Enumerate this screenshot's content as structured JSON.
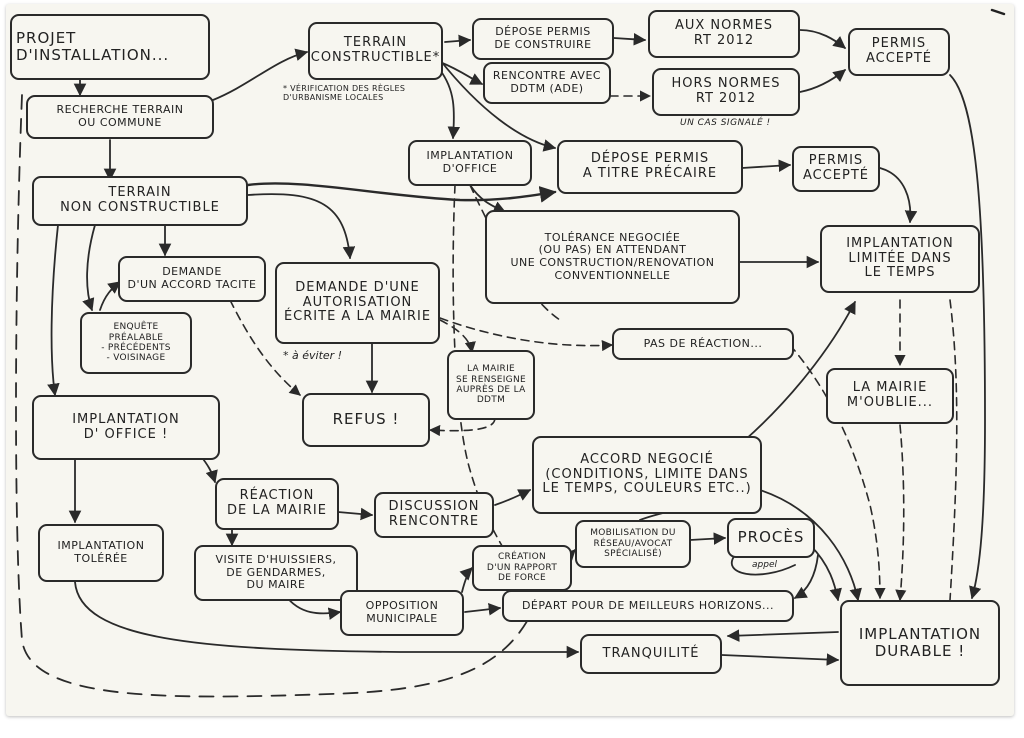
{
  "nodes": {
    "projet": "PROJET\nD'INSTALLATION...",
    "recherche": "RECHERCHE TERRAIN\nOU COMMUNE",
    "terrain_constructible": "TERRAIN\nCONSTRUCTIBLE*",
    "depose_permis": "DÉPOSE PERMIS\nDE CONSTRUIRE",
    "rencontre_ddtm": "RENCONTRE AVEC\nDDTM (ADE)",
    "aux_normes": "AUX NORMES\nRT 2012",
    "hors_normes": "HORS NORMES\nRT 2012",
    "permis_accepte_1": "PERMIS\nACCEPTÉ",
    "implantation_office_1": "IMPLANTATION\nD'OFFICE",
    "depose_precaire": "DÉPOSE PERMIS\nA TITRE PRÉCAIRE",
    "permis_accepte_2": "PERMIS\nACCEPTÉ",
    "terrain_non_constructible": "TERRAIN\nNON CONSTRUCTIBLE",
    "tolerance": "TOLÉRANCE NEGOCIÉE\n(OU PAS) EN ATTENDANT\nUNE CONSTRUCTION/RENOVATION\nCONVENTIONNELLE",
    "implantation_limitee": "IMPLANTATION\nLIMITÉE DANS\nLE TEMPS",
    "demande_accord": "DEMANDE\nD'UN ACCORD TACITE",
    "demande_autorisation": "DEMANDE D'UNE\nAUTORISATION\nÉCRITE A LA MAIRIE",
    "enquete": "ENQUÊTE\nPRÉALABLE\n- PRÉCÉDENTS\n- VOISINAGE",
    "pas_reaction": "PAS DE RÉACTION...",
    "mairie_renseigne": "LA MAIRIE\nSE RENSEIGNE\nAUPRÈS DE LA\nDDTM",
    "mairie_oublie": "LA MAIRIE\nM'OUBLIE...",
    "implantation_office_2": "IMPLANTATION\nD' OFFICE !",
    "refus": "REFUS !",
    "accord_negocie": "ACCORD NEGOCIÉ\n(CONDITIONS, LIMITE DANS\nLE TEMPS, COULEURS ETC..)",
    "reaction_mairie": "RÉACTION\nDE LA MAIRIE",
    "discussion": "DISCUSSION\nRENCONTRE",
    "implantation_toleree": "IMPLANTATION\nTOLÉRÉE",
    "visite": "VISITE D'HUISSIERS,\nDE GENDARMES,\nDU MAIRE",
    "creation_rapport": "CRÉATION\nD'UN RAPPORT\nDE FORCE",
    "mobilisation": "MOBILISATION DU\nRÉSEAU/AVOCAT\nSPÉCIALISÉ)",
    "proces": "PROCÈS",
    "opposition": "OPPOSITION\nMUNICIPALE",
    "depart": "DÉPART POUR DE MEILLEURS HORIZONS...",
    "tranquilite": "TRANQUILITÉ",
    "implantation_durable": "IMPLANTATION\nDURABLE !"
  },
  "notes": {
    "verification": "* VÉRIFICATION DES RÈGLES\nD'URBANISME LOCALES",
    "un_cas": "UN CAS SIGNALÉ !",
    "eviter": "* à éviter !",
    "appel": "appel"
  }
}
